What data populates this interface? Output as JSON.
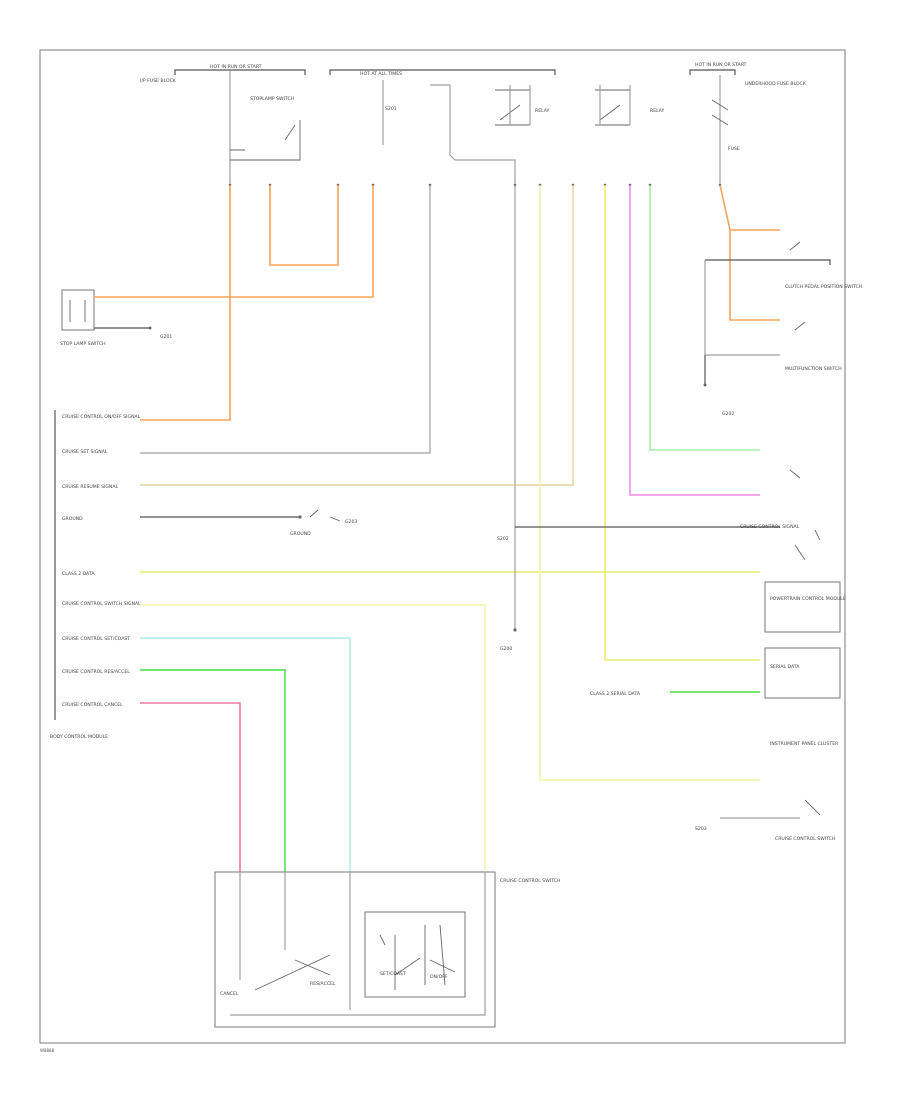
{
  "page": {
    "code": "W8888"
  },
  "labels": {
    "hot_in_run_start_left": "HOT IN RUN OR START",
    "fuse_block_left": "I/P FUSE BLOCK",
    "hot_at_all_times": "HOT AT ALL TIMES",
    "hot_in_run_start_right": "HOT IN RUN OR START",
    "relay_stoplamp": "STOPLAMP SWITCH",
    "gnd_a": "G201",
    "gnd_b": "G202",
    "gnd_c": "G203",
    "relay_left": "RELAY",
    "relay_right": "RELAY",
    "fuse_right": "FUSE",
    "right_fuse_block": "UNDERHOOD FUSE BLOCK",
    "cruise_switch": "CRUISE CONTROL SWITCH",
    "pcm_label": "POWERTRAIN CONTROL MODULE",
    "bcm_label": "BODY CONTROL MODULE",
    "stop_lamp_sw": "STOP LAMP SWITCH",
    "clutch_sw": "CLUTCH PEDAL POSITION SWITCH",
    "ipc": "INSTRUMENT PANEL CLUSTER",
    "ecm_data": "SERIAL DATA",
    "multifunction": "MULTIFUNCTION SWITCH",
    "cruise_on_off": "ON/OFF",
    "set_coast": "SET/COAST",
    "resume_accel": "RES/ACCEL",
    "cancel": "CANCEL",
    "splice_top": "S201",
    "splice_mid": "S202",
    "splice_right": "S203",
    "ground_mid": "G200",
    "gnd_note": "GROUND",
    "bus_label": "CRUISE CONTROL SIGNAL",
    "serial_bus": "CLASS 2 SERIAL DATA"
  },
  "left_rows": [
    "CRUISE CONTROL ON/OFF SIGNAL",
    "CRUISE SET SIGNAL",
    "CRUISE RESUME SIGNAL",
    "GROUND",
    "CLASS 2 DATA",
    "CRUISE CONTROL SWITCH SIGNAL",
    "CRUISE CONTROL SET/COAST",
    "CRUISE CONTROL RES/ACCEL",
    "CRUISE CONTROL CANCEL"
  ],
  "wire_colors": {
    "orange": "#f7a35a",
    "yellow": "#ecec70",
    "cyan": "#a8ecec",
    "green": "#5fe35f",
    "pink": "#f27aa6",
    "purple": "#ee88ee"
  }
}
